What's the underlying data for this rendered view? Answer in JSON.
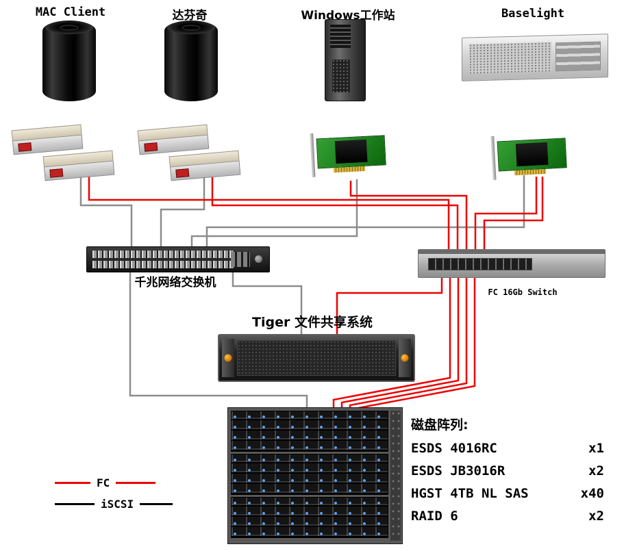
{
  "devices": {
    "mac_client": {
      "label": "MAC Client"
    },
    "davinci": {
      "label": "达芬奇"
    },
    "windows": {
      "label": "Windows工作站"
    },
    "baselight": {
      "label": "Baselight"
    }
  },
  "switches": {
    "gigabit": {
      "label": "千兆网络交换机"
    },
    "fc": {
      "label": "FC 16Gb Switch"
    }
  },
  "tiger": {
    "label": "Tiger 文件共享系统"
  },
  "disk_array": {
    "title": "磁盘阵列:",
    "specs": [
      {
        "name": "ESDS 4016RC",
        "qty": "x1"
      },
      {
        "name": "ESDS JB3016R",
        "qty": "x2"
      },
      {
        "name": "HGST 4TB NL SAS",
        "qty": "x40"
      },
      {
        "name": "RAID 6",
        "qty": "x2"
      }
    ]
  },
  "legend": {
    "fc": {
      "label": "FC",
      "color": "#ee0000"
    },
    "iscsi": {
      "label": "iSCSI",
      "color": "#000000"
    }
  },
  "colors": {
    "fc_line": "#ee0000",
    "iscsi_line": "#8c8c8c"
  }
}
